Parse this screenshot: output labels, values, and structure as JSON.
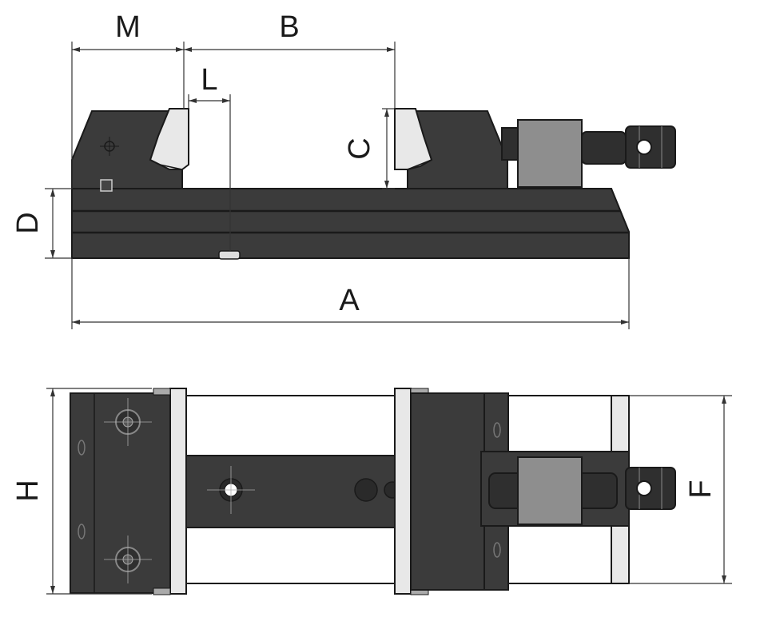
{
  "dimensions": {
    "M": "M",
    "B": "B",
    "L": "L",
    "C": "C",
    "D": "D",
    "A": "A",
    "H": "H",
    "F": "F"
  },
  "colors": {
    "body": "#3b3b3b",
    "outline": "#1a1a1a",
    "jaw": "#e8e8e8",
    "nut": "#8e8e8e",
    "background": "#ffffff"
  }
}
